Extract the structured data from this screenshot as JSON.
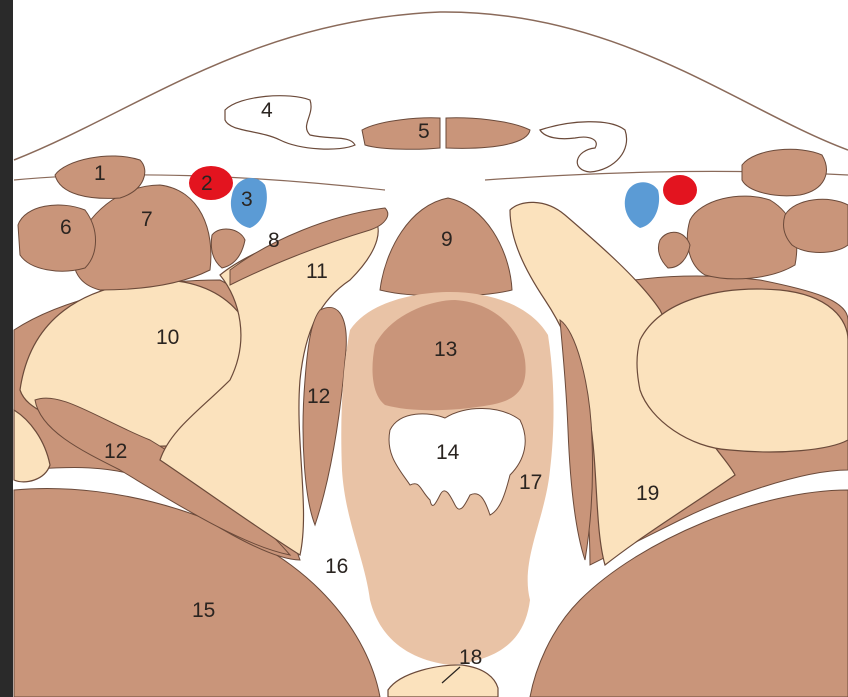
{
  "colors": {
    "muscle": "#c9957a",
    "muscle_light": "#e9c3a6",
    "bone": "#fbe2bd",
    "artery": "#e3141f",
    "vein": "#5b9bd5",
    "outline": "#6b4a3a",
    "skin_line": "#8a6a5a",
    "left_edge_dark": "#2a2a2a"
  },
  "labels": [
    {
      "key": "1",
      "text": "1",
      "structure": "muscle"
    },
    {
      "key": "2",
      "text": "2",
      "structure": "artery"
    },
    {
      "key": "3",
      "text": "3",
      "structure": "vein"
    },
    {
      "key": "4",
      "text": "4",
      "structure": "spermatic-cord"
    },
    {
      "key": "5",
      "text": "5",
      "structure": "muscle"
    },
    {
      "key": "6",
      "text": "6",
      "structure": "muscle"
    },
    {
      "key": "7",
      "text": "7",
      "structure": "muscle"
    },
    {
      "key": "8",
      "text": "8",
      "structure": "muscle"
    },
    {
      "key": "9",
      "text": "9",
      "structure": "bladder"
    },
    {
      "key": "10",
      "text": "10",
      "structure": "bone"
    },
    {
      "key": "11",
      "text": "11",
      "structure": "bone"
    },
    {
      "key": "12a",
      "text": "12",
      "structure": "muscle"
    },
    {
      "key": "12b",
      "text": "12",
      "structure": "muscle"
    },
    {
      "key": "13",
      "text": "13",
      "structure": "organ"
    },
    {
      "key": "14",
      "text": "14",
      "structure": "lumen"
    },
    {
      "key": "15",
      "text": "15",
      "structure": "muscle"
    },
    {
      "key": "16",
      "text": "16",
      "structure": "fat"
    },
    {
      "key": "17",
      "text": "17",
      "structure": "muscle"
    },
    {
      "key": "18",
      "text": "18",
      "structure": "bone"
    },
    {
      "key": "19",
      "text": "19",
      "structure": "bone"
    }
  ]
}
